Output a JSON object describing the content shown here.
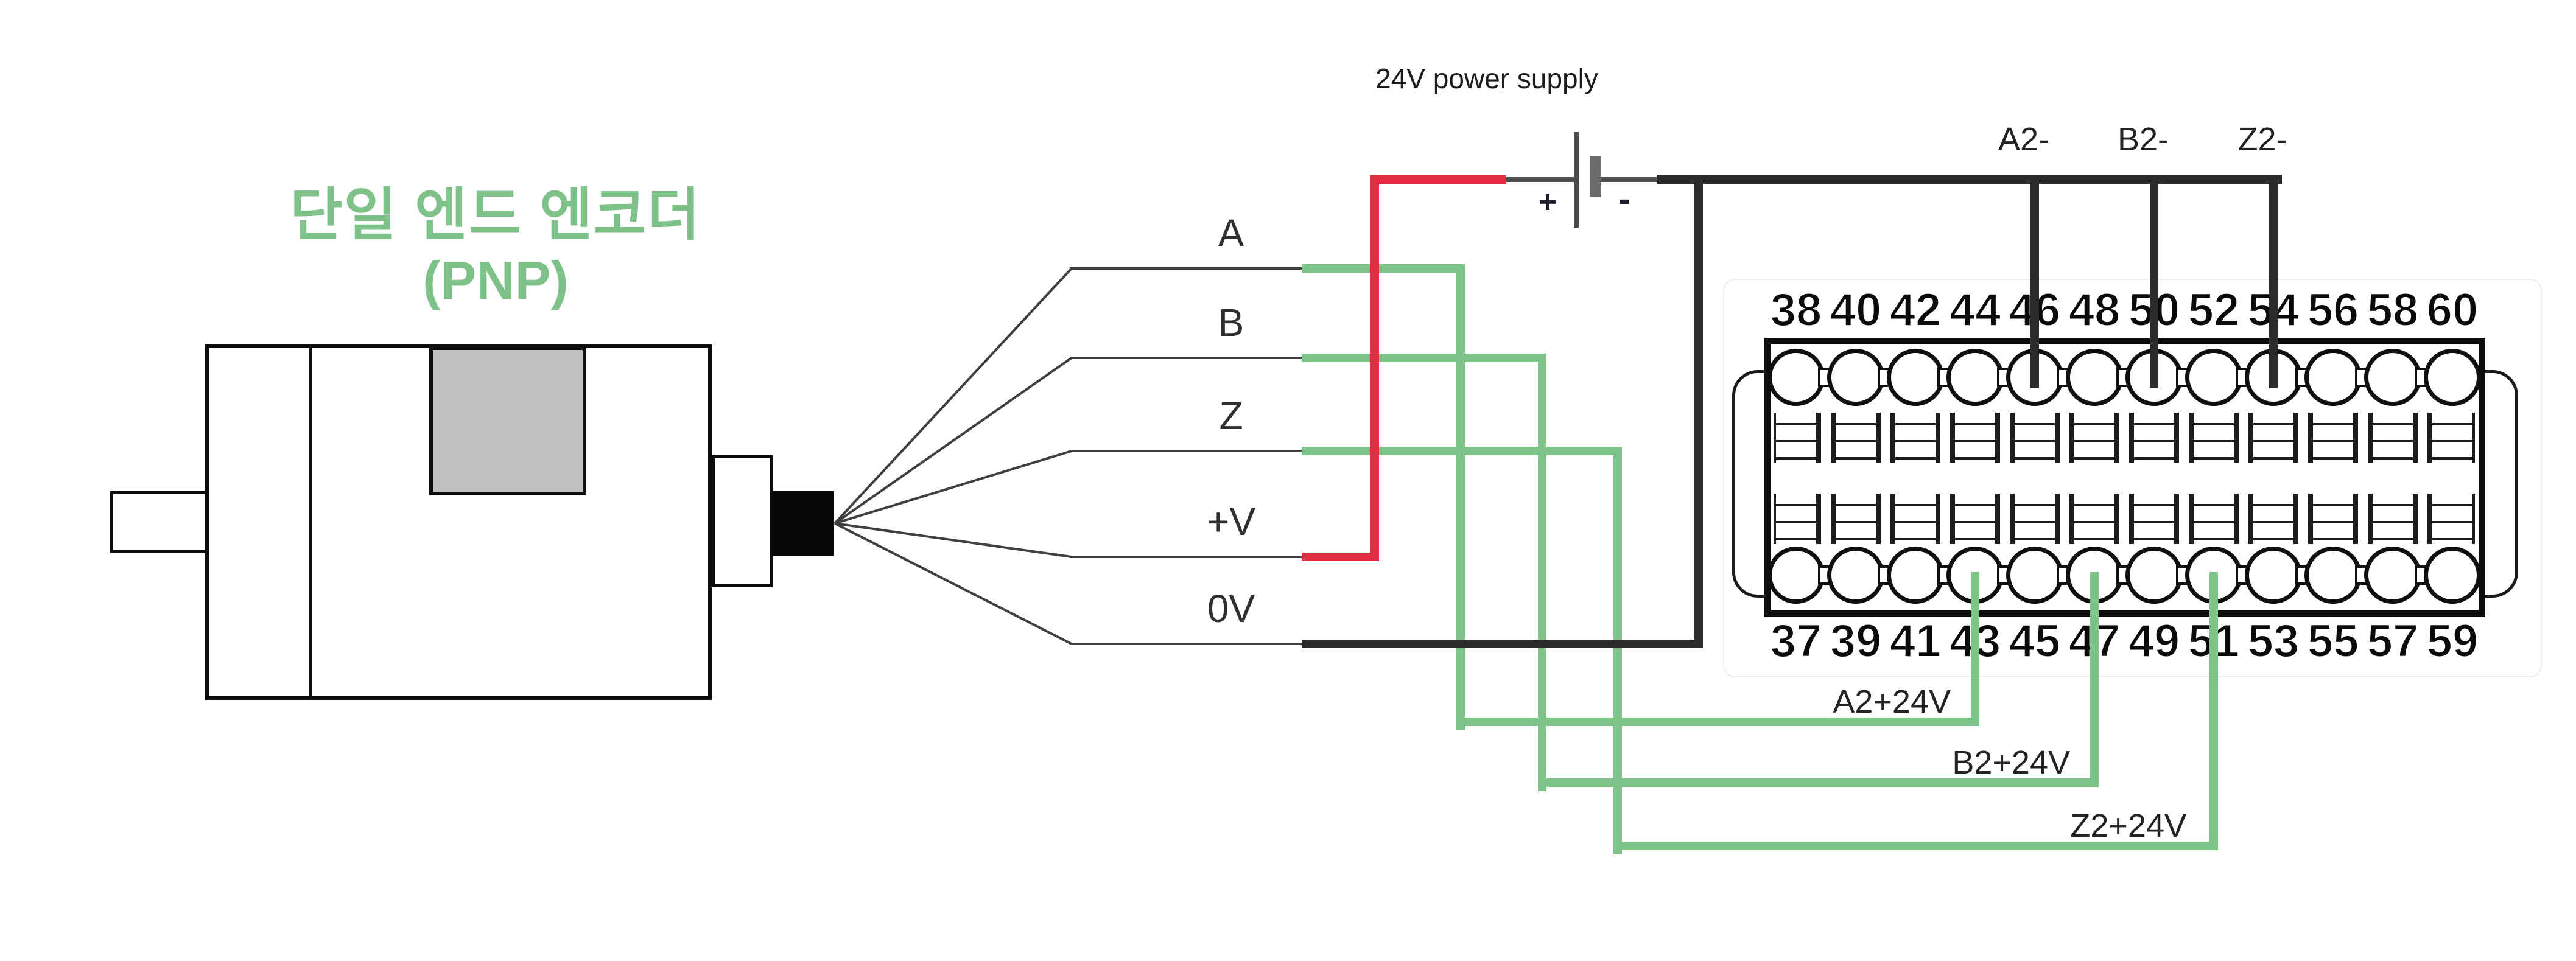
{
  "title": {
    "line1": "단일 엔드 엔코더",
    "line2": "(PNP)"
  },
  "power_supply": {
    "label": "24V power supply",
    "positive": "+",
    "negative": "-"
  },
  "encoder": {
    "wires": [
      {
        "label": "A",
        "wire_color": "green"
      },
      {
        "label": "B",
        "wire_color": "green"
      },
      {
        "label": "Z",
        "wire_color": "green"
      },
      {
        "label": "+V",
        "wire_color": "red"
      },
      {
        "label": "0V",
        "wire_color": "black"
      }
    ]
  },
  "terminal_block": {
    "top_numbers": [
      "38",
      "40",
      "42",
      "44",
      "46",
      "48",
      "50",
      "52",
      "54",
      "56",
      "58",
      "60"
    ],
    "bottom_numbers": [
      "37",
      "39",
      "41",
      "43",
      "45",
      "47",
      "49",
      "51",
      "53",
      "55",
      "57",
      "59"
    ]
  },
  "connections": {
    "top": [
      {
        "label": "A2-",
        "terminal": "46"
      },
      {
        "label": "B2-",
        "terminal": "50"
      },
      {
        "label": "Z2-",
        "terminal": "54"
      }
    ],
    "bottom": [
      {
        "label": "A2+24V",
        "terminal": "43"
      },
      {
        "label": "B2+24V",
        "terminal": "47"
      },
      {
        "label": "Z2+24V",
        "terminal": "51"
      }
    ]
  },
  "colors": {
    "green": "#7cc487",
    "red": "#e02e45",
    "wire_black": "#2b2b2b",
    "title_green": "#7fc289",
    "motor_gray": "#c0c0c0"
  }
}
